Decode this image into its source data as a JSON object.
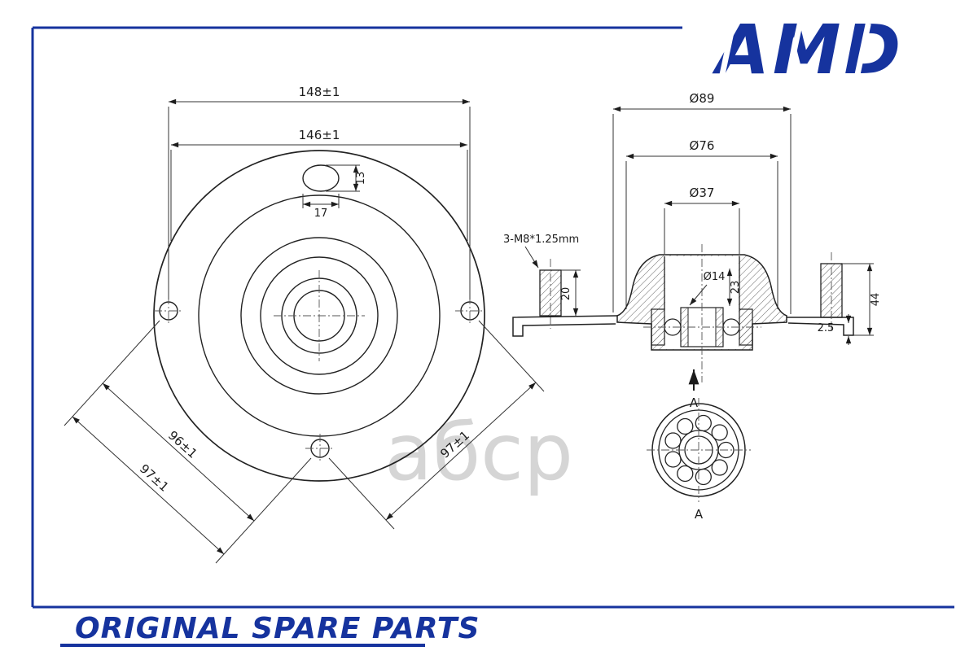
{
  "brand": {
    "logo": "AMD",
    "tagline": "ORIGINAL SPARE PARTS"
  },
  "watermark": "aбcp",
  "colors": {
    "accent": "#16339e",
    "line": "#1c1c1c",
    "watermark": "#cbcbcb"
  },
  "front_view": {
    "dim_148": "148±1",
    "dim_146": "146±1",
    "dim_slot_w": "17",
    "dim_slot_h": "13",
    "dim_diag_96": "96±1",
    "dim_diag_97_left": "97±1",
    "dim_diag_97_right": "97±1"
  },
  "section_view": {
    "dia_89": "Ø89",
    "dia_76": "Ø76",
    "dia_37": "Ø37",
    "dia_14": "Ø14",
    "dim_23": "23",
    "dim_20": "20",
    "dim_44": "44",
    "dim_2_5": "2.5",
    "thread_note": "3-M8*1.25mm",
    "section_label": "A"
  },
  "bearing_view": {
    "label": "A"
  }
}
